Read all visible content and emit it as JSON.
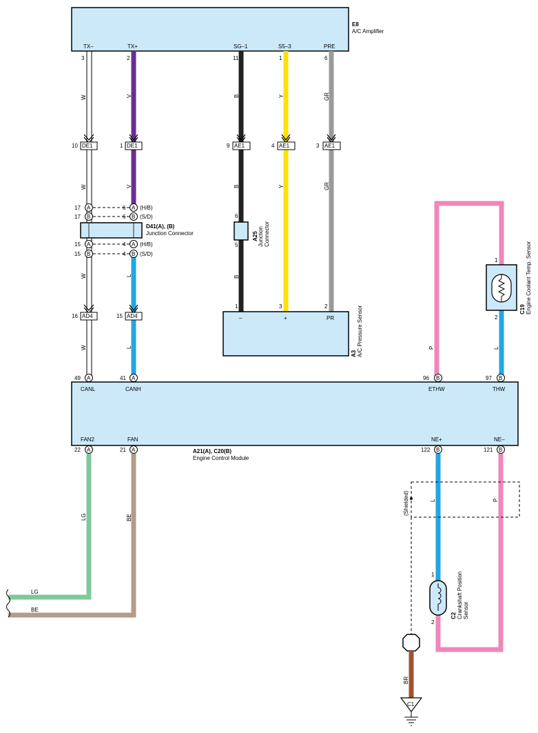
{
  "colors": {
    "W": "#ffffff",
    "V": "#6a2e8f",
    "B": "#222222",
    "Y": "#ffe100",
    "GR": "#9a9a9a",
    "L": "#22a7e3",
    "P": "#ef87b9",
    "LG": "#7cc99a",
    "BE": "#b39c88",
    "BR": "#a0522d",
    "box_fill": "#cbe9f9"
  },
  "amplifier": {
    "code": "E8",
    "name": "A/C Amplifier",
    "pins": [
      {
        "label": "TX–",
        "num": "3",
        "wire": "W"
      },
      {
        "label": "TX+",
        "num": "2",
        "wire": "V"
      },
      {
        "label": "SG–1",
        "num": "11",
        "wire": "B"
      },
      {
        "label": "S5–3",
        "num": "1",
        "wire": "Y"
      },
      {
        "label": "PRE",
        "num": "6",
        "wire": "GR"
      }
    ]
  },
  "inline_connectors": [
    {
      "num": "10",
      "name": "DE1"
    },
    {
      "num": "1",
      "name": "DE1"
    },
    {
      "num": "9",
      "name": "AE1"
    },
    {
      "num": "4",
      "name": "AE1"
    },
    {
      "num": "3",
      "name": "AE1"
    },
    {
      "num": "16",
      "name": "AD4"
    },
    {
      "num": "15",
      "name": "AD4"
    }
  ],
  "junction_d41": {
    "code": "D41(A), (B)",
    "name": "Junction Connector",
    "rows": [
      {
        "left_pin": "17",
        "left_conn": "A",
        "right_pin": "6",
        "right_conn": "A",
        "note": "(H/B)"
      },
      {
        "left_pin": "17",
        "left_conn": "B",
        "right_pin": "6",
        "right_conn": "B",
        "note": "(S/D)"
      },
      {
        "left_pin": "15",
        "left_conn": "A",
        "right_pin": "4",
        "right_conn": "A",
        "note": "(H/B)"
      },
      {
        "left_pin": "15",
        "left_conn": "B",
        "right_pin": "4",
        "right_conn": "B",
        "note": "(S/D)"
      }
    ]
  },
  "junction_a25": {
    "code": "A25",
    "name_line1": "Junction",
    "name_line2": "Connector",
    "pin_top": "6",
    "pin_bottom": "5"
  },
  "pressure_sensor": {
    "code": "A3",
    "name": "A/C Pressure Sensor",
    "pins": [
      {
        "num": "1",
        "label": "–"
      },
      {
        "num": "3",
        "label": "+"
      },
      {
        "num": "2",
        "label": "PR"
      }
    ]
  },
  "coolant_sensor": {
    "code": "C19",
    "name": "Engine Coolant Temp. Sensor",
    "pin_top": "1",
    "pin_bottom": "2"
  },
  "ecm": {
    "code": "A21(A), C20(B)",
    "name": "Engine Control Module",
    "top_pins": [
      {
        "num": "49",
        "conn": "A",
        "label": "CANL"
      },
      {
        "num": "41",
        "conn": "A",
        "label": "CANH"
      },
      {
        "num": "96",
        "conn": "B",
        "label": "ETHW"
      },
      {
        "num": "97",
        "conn": "B",
        "label": "THW"
      }
    ],
    "bottom_pins": [
      {
        "num": "22",
        "conn": "A",
        "label": "FAN2"
      },
      {
        "num": "21",
        "conn": "A",
        "label": "FAN"
      },
      {
        "num": "122",
        "conn": "B",
        "label": "NE+"
      },
      {
        "num": "121",
        "conn": "B",
        "label": "NE–"
      }
    ]
  },
  "crank_sensor": {
    "code": "C2",
    "name_line1": "Crankshaft Position",
    "name_line2": "Sensor",
    "pin_top": "1",
    "pin_bottom": "2"
  },
  "shielded_label": "(Shielded)",
  "ground": {
    "code": "C1"
  },
  "wire_labels": {
    "W": "W",
    "V": "V",
    "B": "B",
    "Y": "Y",
    "GR": "GR",
    "L": "L",
    "P": "P",
    "LG": "LG",
    "BE": "BE",
    "BR": "BR"
  }
}
